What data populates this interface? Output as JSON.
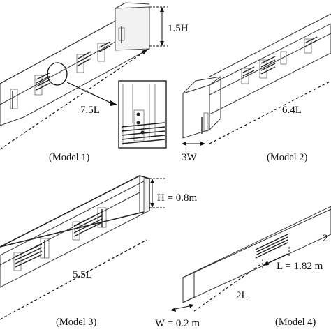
{
  "models": [
    {
      "caption": "(Model  1)",
      "length_label": "7.5L",
      "height_label": "1.5H"
    },
    {
      "caption": "(Model 2)",
      "length_label": "6.4L",
      "width_label": "3W"
    },
    {
      "caption": "(Model 3)",
      "length_label": "5.5L",
      "height_label": "H = 0.8m"
    },
    {
      "caption": "(Model 4)",
      "spacing_label": "2L",
      "l_label": "L = 1.82 m",
      "w_label": "W = 0.2 m",
      "cut_label": "2"
    }
  ]
}
